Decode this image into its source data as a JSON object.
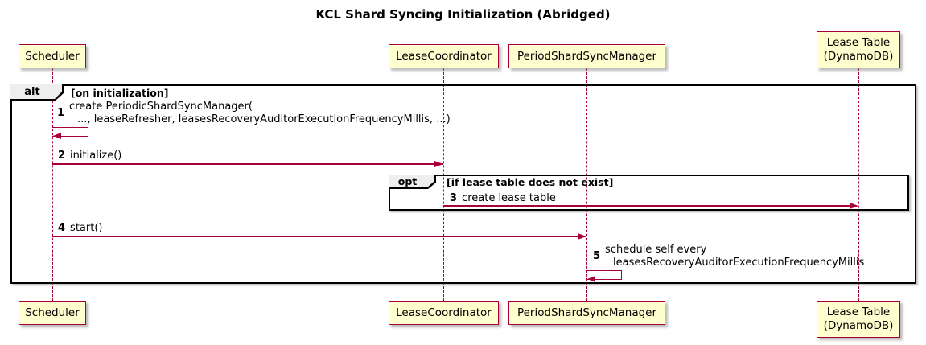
{
  "title": "KCL Shard Syncing Initialization (Abridged)",
  "colors": {
    "participant_fill": "#FEFECE",
    "participant_border": "#A80036",
    "arrow": "#A80036",
    "frame_border": "#000000",
    "frame_label_bg": "#EEEEEE"
  },
  "participants": {
    "scheduler": "Scheduler",
    "lease_coordinator": "LeaseCoordinator",
    "period_shard_sync_manager": "PeriodShardSyncManager",
    "lease_table_line1": "Lease Table",
    "lease_table_line2": "(DynamoDB)"
  },
  "frames": {
    "alt": {
      "label": "alt",
      "guard": "[on initialization]"
    },
    "opt": {
      "label": "opt",
      "guard": "[if lease table does not exist]"
    }
  },
  "messages": {
    "m1": {
      "num": "1",
      "line1": "create PeriodicShardSyncManager(",
      "line2": "..., leaseRefresher, leasesRecoveryAuditorExecutionFrequencyMillis, ...)"
    },
    "m2": {
      "num": "2",
      "text": "initialize()"
    },
    "m3": {
      "num": "3",
      "text": "create lease table"
    },
    "m4": {
      "num": "4",
      "text": "start()"
    },
    "m5": {
      "num": "5",
      "line1": "schedule self every",
      "line2": "leasesRecoveryAuditorExecutionFrequencyMillis"
    }
  }
}
